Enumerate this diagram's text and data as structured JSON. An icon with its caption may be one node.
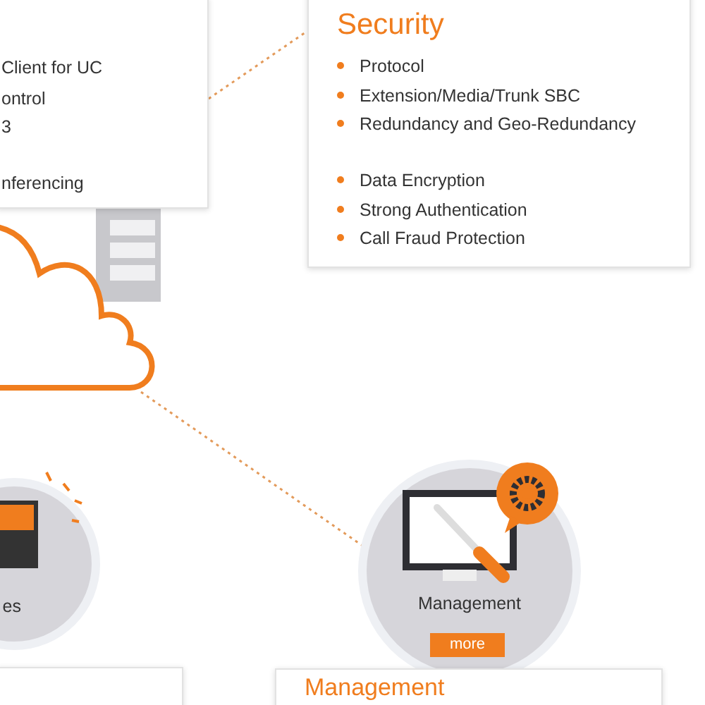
{
  "diagram": {
    "nodes": [
      {
        "text": [
          "Client for UC",
          "ontrol",
          "3",
          "nferencing"
        ]
      },
      {
        "text": [
          "Security",
          "Protocol",
          "Extension/Media/Trunk SBC",
          "Redundancy and Geo-Redundancy",
          "Data Encryption",
          "Strong Authentication",
          "Call Fraud Protection"
        ]
      },
      {
        "text": [],
        "shape": "cloud"
      },
      {
        "text": [
          "es"
        ]
      },
      {
        "text": [
          "Management",
          "more"
        ]
      },
      {
        "text": [],
        "shape": "box"
      },
      {
        "text": [
          "Management"
        ]
      }
    ],
    "edges": [
      {
        "from": 0,
        "to": 1,
        "arrow": "none",
        "style": "dashed"
      },
      {
        "from": 2,
        "to": 4,
        "arrow": "none",
        "style": "dashed"
      }
    ]
  }
}
